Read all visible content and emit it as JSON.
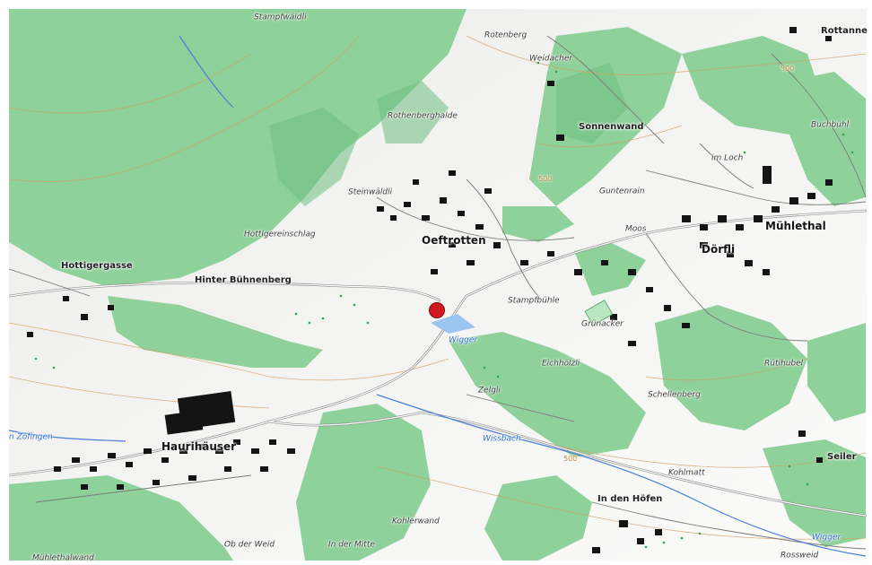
{
  "map": {
    "colors": {
      "forest": "#8fd19b",
      "forest_dark": "#6fbf82",
      "terrain": "#f6f6f4",
      "road": "#9a9a9a",
      "building": "#141414",
      "water": "#4a7fd6",
      "contour": "#d4a060",
      "marker": "#d0191e"
    },
    "marker_icon": "location-dot-icon",
    "contour_labels": [
      "500",
      "500",
      "500"
    ],
    "labels": {
      "stampfwaldli": "Stampfwäldli",
      "rotenberg": "Rotenberg",
      "rottanne": "Rottanne",
      "weidacher": "Weidacher",
      "sonnenwand": "Sonnenwand",
      "buchbuehl": "Buchbühl",
      "rothenberghalde": "Rothenberghalde",
      "imloch": "im Loch",
      "steinwaldli": "Steinwäldli",
      "guntenrain": "Guntenrain",
      "oeftrotten": "Oeftrotten",
      "moos": "Moos",
      "muehlethal": "Mühlethal",
      "doerfli": "Dörfli",
      "hottigereinschlag": "Hottigereinschlag",
      "hottigergasse": "Hottigergasse",
      "hinterbuehnenberg": "Hinter Bühnenberg",
      "stampfbuehle": "Stampfbühle",
      "gruenacker": "Grünacker",
      "eichhoelzli": "Eichhölzli",
      "rutihubel": "Rütihubel",
      "zelgli": "Zelgli",
      "schellenberg": "Schellenberg",
      "zofingen": "n Zofingen",
      "haurihaeuser": "Haurihäuser",
      "wiggerbach": "Wigger",
      "wissbach": "Wissbach",
      "kohlmatt": "Kohlmatt",
      "seiler": "Seiler",
      "indenhoefen": "In den Höfen",
      "kohlerwand": "Kohlerwand",
      "obderweid": "Ob der Weid",
      "indermitte": "In der Mitte",
      "muehlethalwand": "Mühlethalwand",
      "rossweid": "Rossweid",
      "wigger_east": "Wigger"
    }
  }
}
